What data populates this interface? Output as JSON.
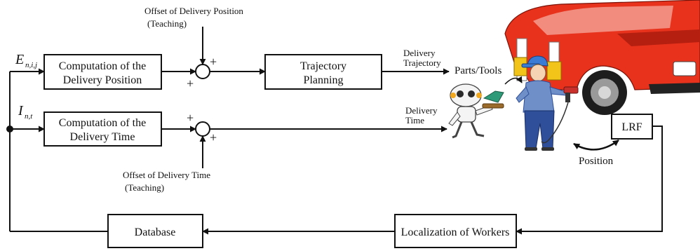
{
  "blocks": {
    "delivery_position": [
      "Computation of the",
      "Delivery Position"
    ],
    "delivery_time": [
      "Computation of the",
      "Delivery Time"
    ],
    "trajectory": [
      "Trajectory",
      "Planning"
    ],
    "database": "Database",
    "localization": "Localization of Workers",
    "lrf": "LRF"
  },
  "inputs": {
    "e_main": "E",
    "e_sub": "n,i,j",
    "i_main": "I",
    "i_sub": "n,t"
  },
  "offsets": {
    "position": [
      "Offset of Delivery Position",
      "(Teaching)"
    ],
    "time": [
      "Offset of Delivery Time",
      "(Teaching)"
    ]
  },
  "signs": {
    "plus": "+"
  },
  "labels": {
    "delivery_trajectory": [
      "Delivery",
      "Trajectory"
    ],
    "delivery_time": [
      "Delivery",
      "Time"
    ],
    "parts_tools": "Parts/Tools",
    "position": "Position"
  },
  "colors": {
    "line": "#111111",
    "car_body": "#e8321c",
    "car_dark": "#b51f10",
    "worker_shirt": "#6f8fc8",
    "worker_pants": "#2f4f9a",
    "worker_cap": "#3a7bd5",
    "stand_yellow": "#f2c318",
    "robot_body": "#f4f4f4",
    "robot_accent": "#f2a81e",
    "tool_green": "#2e9a78",
    "drill_red": "#c9302c"
  }
}
